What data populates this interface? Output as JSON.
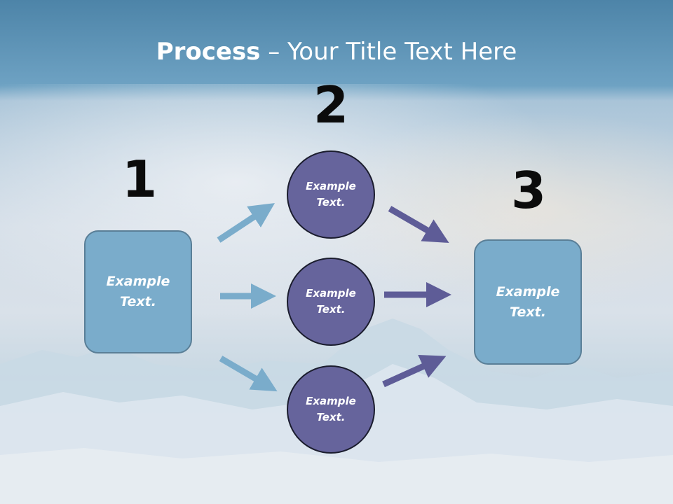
{
  "slide": {
    "title_bold": "Process",
    "title_rest": " – Your Title Text Here"
  },
  "steps": {
    "one": "1",
    "two": "2",
    "three": "3"
  },
  "nodes": {
    "left_box": [
      "Example",
      "Text."
    ],
    "circle_top": [
      "Example",
      "Text."
    ],
    "circle_mid": [
      "Example",
      "Text."
    ],
    "circle_bottom": [
      "Example",
      "Text."
    ],
    "right_box": [
      "Example",
      "Text."
    ]
  },
  "colors": {
    "box_fill": "#7aaccb",
    "circle_fill": "#66649c",
    "arrow_light": "#7aaccb",
    "arrow_dark": "#5e5c97"
  }
}
